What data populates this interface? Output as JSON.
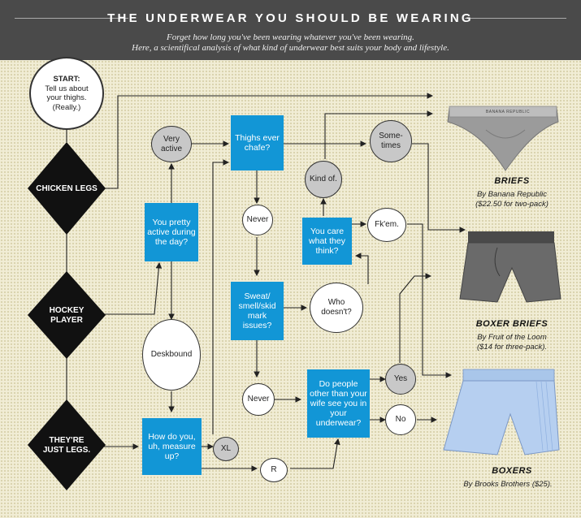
{
  "header": {
    "title": "THE UNDERWEAR YOU SHOULD BE WEARING",
    "subtitle_line1": "Forget how long you've been wearing whatever you've been wearing.",
    "subtitle_line2": "Here, a scientifical analysis of what kind of underwear best suits your body and lifestyle."
  },
  "start": {
    "label": "START:",
    "text": "Tell us about your thighs. (Really.)"
  },
  "diamonds": {
    "chicken": "CHICKEN LEGS",
    "hockey": "HOCKEY PLAYER",
    "just": "THEY'RE JUST LEGS."
  },
  "boxes": {
    "active_day": "You pretty active during the day?",
    "chafe": "Thighs ever chafe?",
    "sweat": "Sweat/ smell/skid mark issues?",
    "care": "You care what they think?",
    "people": "Do people other than your wife see you in your underwear?",
    "measure": "How do you, uh, measure up?"
  },
  "circles": {
    "very_active": "Very active",
    "never1": "Never",
    "kind_of": "Kind of.",
    "sometimes": "Some- times",
    "fk_em": "Fk'em.",
    "who_doesnt": "Who doesn't?",
    "deskbound": "Deskbound",
    "never2": "Never",
    "yes": "Yes",
    "no": "No",
    "xl": "XL",
    "r": "R"
  },
  "products": {
    "briefs": {
      "name": "BRIEFS",
      "by_line1": "By Banana Republic",
      "by_line2": "($22.50 for two-pack)",
      "band_text": "BANANA REPUBLIC"
    },
    "boxer_briefs": {
      "name": "BOXER BRIEFS",
      "by_line1": "By Fruit of the Loom",
      "by_line2": "($14 for three-pack)."
    },
    "boxers": {
      "name": "BOXERS",
      "by_line1": "By Brooks Brothers ($25)."
    }
  }
}
